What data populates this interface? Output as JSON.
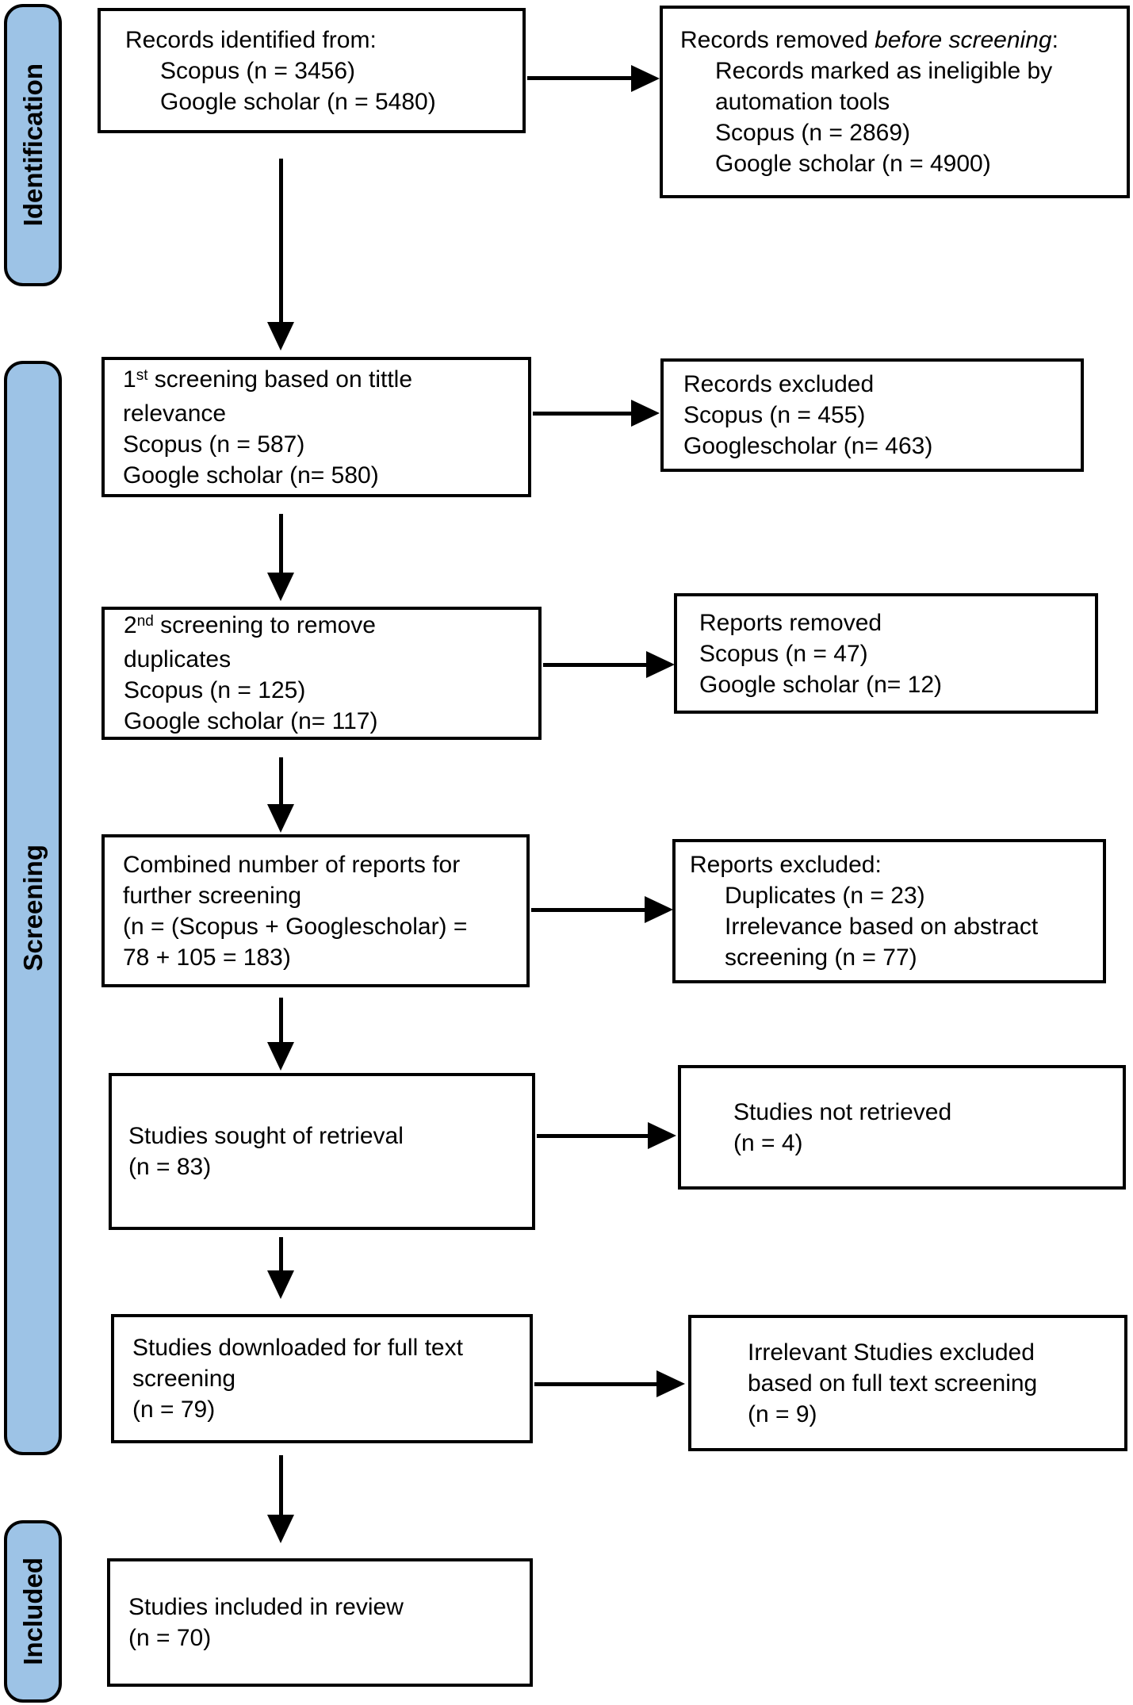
{
  "colors": {
    "bar_fill": "#9dc3e6",
    "line_color": "#000000",
    "box_bg": "#ffffff"
  },
  "sidebar": {
    "identification": "Identification",
    "screening": "Screening",
    "included": "Included"
  },
  "boxes": {
    "records_identified": {
      "lines": [
        {
          "seg": [
            {
              "t": "Records identified from:"
            }
          ]
        },
        {
          "indent": true,
          "seg": [
            {
              "t": "Scopus (n = 3456)"
            }
          ]
        },
        {
          "indent": true,
          "seg": [
            {
              "t": "Google scholar (n = 5480)"
            }
          ]
        }
      ]
    },
    "records_removed": {
      "lines": [
        {
          "seg": [
            {
              "t": "Records removed "
            },
            {
              "t": "before screening",
              "s": "i"
            },
            {
              "t": ":"
            }
          ]
        },
        {
          "indent": true,
          "seg": [
            {
              "t": "Records marked as ineligible by"
            }
          ]
        },
        {
          "indent": true,
          "seg": [
            {
              "t": "automation tools"
            }
          ]
        },
        {
          "indent": true,
          "seg": [
            {
              "t": "Scopus (n = 2869)"
            }
          ]
        },
        {
          "indent": true,
          "seg": [
            {
              "t": "Google scholar (n = 4900)"
            }
          ]
        }
      ]
    },
    "first_screening": {
      "lines": [
        {
          "seg": [
            {
              "t": "1"
            },
            {
              "t": "st",
              "s": "sup"
            },
            {
              "t": " screening based on tittle"
            }
          ]
        },
        {
          "seg": [
            {
              "t": "relevance"
            }
          ]
        },
        {
          "seg": [
            {
              "t": "Scopus (n = 587)"
            }
          ]
        },
        {
          "seg": [
            {
              "t": "Google scholar (n= 580)"
            }
          ]
        }
      ]
    },
    "records_excluded": {
      "lines": [
        {
          "seg": [
            {
              "t": "Records excluded"
            }
          ]
        },
        {
          "seg": [
            {
              "t": "Scopus (n = 455)"
            }
          ]
        },
        {
          "seg": [
            {
              "t": "Googlescholar (n= 463)"
            }
          ]
        }
      ]
    },
    "second_screening": {
      "lines": [
        {
          "seg": [
            {
              "t": "2"
            },
            {
              "t": "nd",
              "s": "sup"
            },
            {
              "t": " screening to remove"
            }
          ]
        },
        {
          "seg": [
            {
              "t": "duplicates"
            }
          ]
        },
        {
          "seg": [
            {
              "t": "Scopus (n = 125)"
            }
          ]
        },
        {
          "seg": [
            {
              "t": "Google scholar (n= 117)"
            }
          ]
        }
      ]
    },
    "reports_removed": {
      "lines": [
        {
          "seg": [
            {
              "t": "Reports removed"
            }
          ]
        },
        {
          "seg": [
            {
              "t": "Scopus (n = 47)"
            }
          ]
        },
        {
          "seg": [
            {
              "t": "Google scholar (n= 12)"
            }
          ]
        }
      ]
    },
    "combined_reports": {
      "lines": [
        {
          "seg": [
            {
              "t": "Combined number of reports for"
            }
          ]
        },
        {
          "seg": [
            {
              "t": "further screening"
            }
          ]
        },
        {
          "seg": [
            {
              "t": "(n = (Scopus + Googlescholar) ="
            }
          ]
        },
        {
          "seg": [
            {
              "t": "78 + 105 = 183)"
            }
          ]
        }
      ]
    },
    "reports_excluded": {
      "lines": [
        {
          "seg": [
            {
              "t": "Reports excluded:"
            }
          ]
        },
        {
          "indent": true,
          "seg": [
            {
              "t": "Duplicates (n = 23)"
            }
          ]
        },
        {
          "indent": true,
          "seg": [
            {
              "t": "Irrelevance based on abstract"
            }
          ]
        },
        {
          "indent": true,
          "seg": [
            {
              "t": "screening (n = 77)"
            }
          ]
        }
      ]
    },
    "studies_sought": {
      "lines": [
        {
          "seg": [
            {
              "t": "Studies sought of retrieval"
            }
          ]
        },
        {
          "seg": [
            {
              "t": "(n = 83)"
            }
          ]
        }
      ]
    },
    "studies_not_retrieved": {
      "lines": [
        {
          "seg": [
            {
              "t": "Studies not retrieved"
            }
          ]
        },
        {
          "seg": [
            {
              "t": "(n = 4)"
            }
          ]
        }
      ]
    },
    "studies_downloaded": {
      "lines": [
        {
          "seg": [
            {
              "t": "Studies downloaded for full text"
            }
          ]
        },
        {
          "seg": [
            {
              "t": "screening"
            }
          ]
        },
        {
          "seg": [
            {
              "t": "(n = 79)"
            }
          ]
        }
      ]
    },
    "irrelevant_excluded": {
      "lines": [
        {
          "seg": [
            {
              "t": "Irrelevant Studies excluded"
            }
          ]
        },
        {
          "seg": [
            {
              "t": "based on full text screening"
            }
          ]
        },
        {
          "seg": [
            {
              "t": "(n = 9)"
            }
          ]
        }
      ]
    },
    "studies_included": {
      "lines": [
        {
          "seg": [
            {
              "t": "Studies included in review"
            }
          ]
        },
        {
          "seg": [
            {
              "t": "(n = 70)"
            }
          ]
        }
      ]
    }
  }
}
